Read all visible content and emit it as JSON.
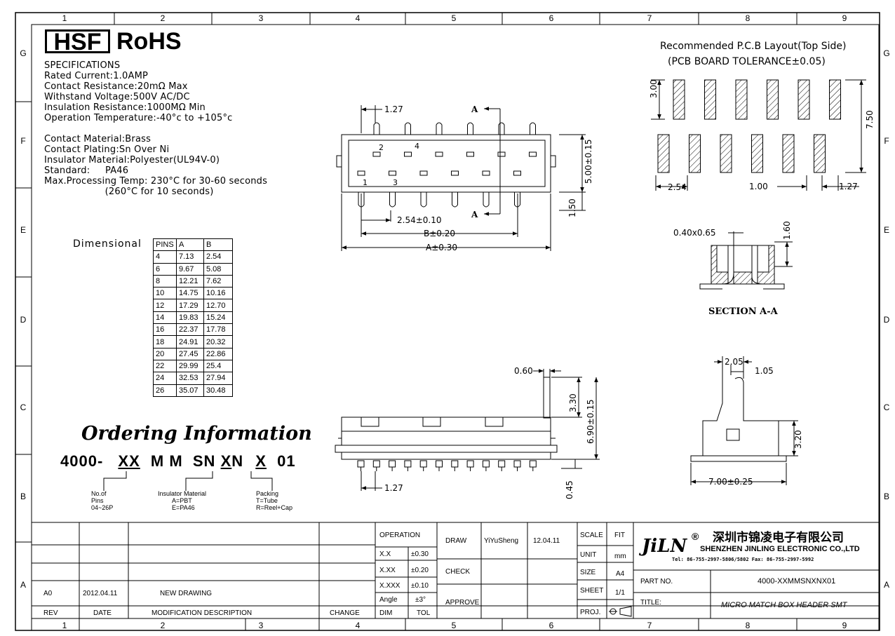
{
  "border": {
    "columns": [
      "1",
      "2",
      "3",
      "4",
      "5",
      "6",
      "7",
      "8",
      "9"
    ],
    "rows": [
      "G",
      "F",
      "E",
      "D",
      "C",
      "B",
      "A"
    ]
  },
  "logos": {
    "hsf": "HSF",
    "rohs": "RoHS"
  },
  "specs": {
    "heading": "SPECIFICATIONS",
    "lines": [
      "Rated Current:1.0AMP",
      "Contact Resistance:20mΩ Max",
      "Withstand Voltage:500V AC/DC",
      "Insulation Resistance:1000MΩ Min",
      "Operation Temperature:-40°c to +105°c",
      "",
      "Contact Material:Brass",
      "Contact Plating:Sn Over Ni",
      "Insulator Material:Polyester(UL94V-0)",
      "Standard:     PA46",
      "Max.Processing Temp: 230°C for 30-60 seconds",
      "                    (260°C for 10 seconds)"
    ]
  },
  "dim_table": {
    "label": "Dimensional",
    "headers": [
      "PINS",
      "A",
      "B"
    ],
    "rows": [
      [
        "4",
        "7.13",
        "2.54"
      ],
      [
        "6",
        "9.67",
        "5.08"
      ],
      [
        "8",
        "12.21",
        "7.62"
      ],
      [
        "10",
        "14.75",
        "10.16"
      ],
      [
        "12",
        "17.29",
        "12.70"
      ],
      [
        "14",
        "19.83",
        "15.24"
      ],
      [
        "16",
        "22.37",
        "17.78"
      ],
      [
        "18",
        "24.91",
        "20.32"
      ],
      [
        "20",
        "27.45",
        "22.86"
      ],
      [
        "22",
        "29.99",
        "25.4"
      ],
      [
        "24",
        "32.53",
        "27.94"
      ],
      [
        "26",
        "35.07",
        "30.48"
      ]
    ]
  },
  "ordering": {
    "title": "Ordering Information",
    "code": {
      "prefix": "4000-",
      "xx": "XX",
      "mid": "M M  SN",
      "x1": "X",
      "n": "N",
      "x2": "X",
      "suffix": "01"
    },
    "notes": {
      "pins": [
        "No.of",
        "Pins",
        "04~26P"
      ],
      "insulator": [
        "Insulator Material",
        "A=PBT",
        "E=PA46"
      ],
      "packing": [
        "Packing",
        "T=Tube",
        "R=Reel+Cap"
      ]
    }
  },
  "top_view": {
    "dims": {
      "pitch": "1.27",
      "pitch2": "2.54±0.10",
      "b": "B±0.20",
      "a": "A±0.30",
      "height": "5.00±0.15",
      "lead": "1.50",
      "section": "A"
    },
    "pins": [
      "1",
      "2",
      "3",
      "4"
    ]
  },
  "pcb": {
    "title": "Recommended P.C.B Layout(Top Side)",
    "subtitle": "(PCB BOARD TOLERANCE±0.05)",
    "dims": {
      "pad_len": "3.00",
      "total": "7.50",
      "pitch": "2.54",
      "pad_w": "1.00",
      "offset": "1.27"
    }
  },
  "section": {
    "title": "SECTION A-A",
    "dims": {
      "pin": "0.40x0.65",
      "height": "1.60"
    }
  },
  "side_view": {
    "dims": {
      "thick": "0.60",
      "upper": "3.30",
      "total": "6.90±0.15",
      "pitch": "1.27",
      "foot": "0.45"
    }
  },
  "end_view": {
    "dims": {
      "top": "2.05",
      "tab": "1.05",
      "latch": "3.20",
      "width": "7.00±0.25"
    }
  },
  "title_block": {
    "rev_headers": [
      "REV",
      "DATE",
      "MODIFICATION DESCRIPTION",
      "CHANGE"
    ],
    "rev_row": [
      "A0",
      "2012.04.11",
      "NEW DRAWING"
    ],
    "tolerance": {
      "operation": "OPERATION",
      "rows": [
        [
          "X.X",
          "±0.30"
        ],
        [
          "X.XX",
          "±0.20"
        ],
        [
          "X.XXX",
          "±0.10"
        ],
        [
          "Angle",
          "±3°"
        ]
      ],
      "footer": [
        "DIM",
        "TOL"
      ]
    },
    "draw": "DRAW",
    "drawer": "YiYuSheng",
    "draw_date": "12.04.11",
    "check": "CHECK",
    "approve": "APPROVE",
    "scale_label": "SCALE",
    "scale": "FIT",
    "unit_label": "UNIT",
    "unit": "mm",
    "size_label": "SIZE",
    "size": "A4",
    "sheet_label": "SHEET",
    "sheet": "1/1",
    "proj_label": "PROJ.",
    "brand": "JiLN",
    "reg": "®",
    "company_cn": "深圳市锦凌电子有限公司",
    "company_en": "SHENZHEN JINLING ELECTRONIC CO.,LTD",
    "contact": "Tel: 86-755-2997-5806/5802   Fax: 86-755-2997-5992",
    "part_label": "PART NO.",
    "part_no": "4000-XXMMSNXNX01",
    "title_label": "TITLE:",
    "title": "MICRO MATCH BOX HEADER SMT"
  },
  "colors": {
    "ink": "#000000",
    "paper": "#ffffff"
  }
}
